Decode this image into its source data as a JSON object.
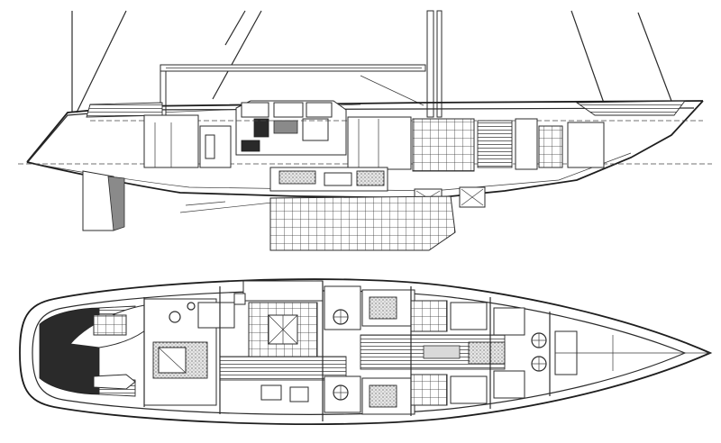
{
  "drawing": {
    "type": "sailboat general arrangement",
    "views": [
      "profile",
      "plan"
    ],
    "line_color": "#2b2b2b",
    "background": "#ffffff"
  }
}
